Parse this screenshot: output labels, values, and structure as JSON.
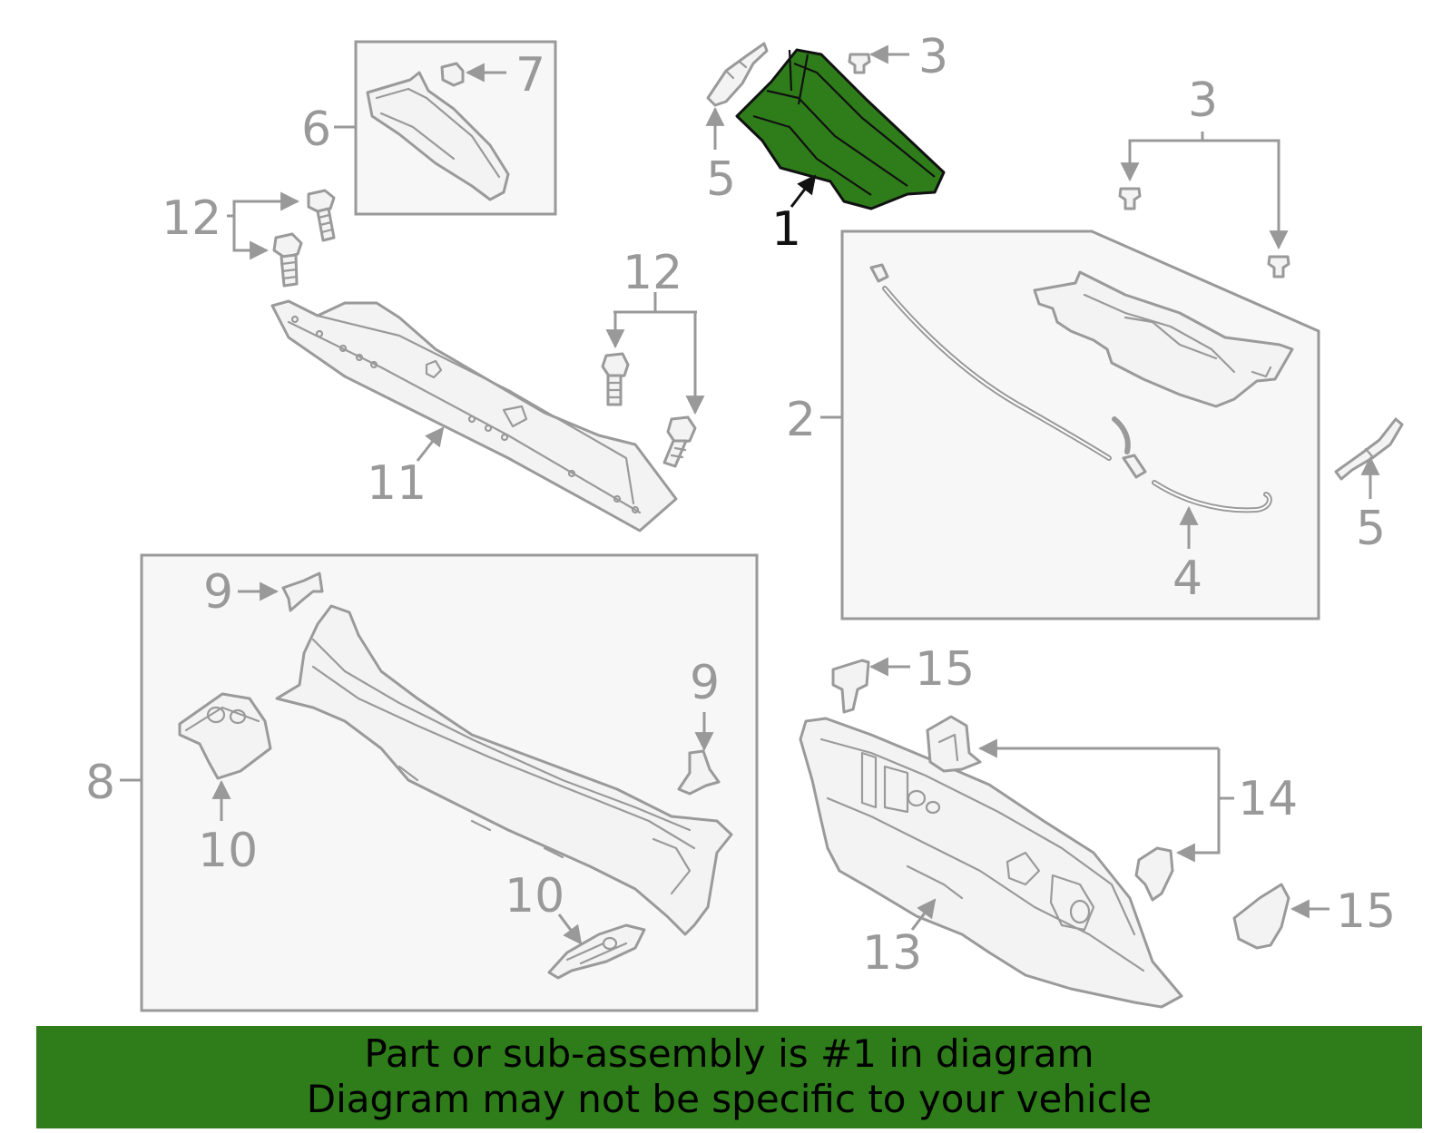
{
  "callouts": {
    "c1": "1",
    "c2": "2",
    "c3a": "3",
    "c3b": "3",
    "c4": "4",
    "c5a": "5",
    "c5b": "5",
    "c6": "6",
    "c7": "7",
    "c8": "8",
    "c9a": "9",
    "c9b": "9",
    "c10a": "10",
    "c10b": "10",
    "c11": "11",
    "c12a": "12",
    "c12b": "12",
    "c13": "13",
    "c14": "14",
    "c15a": "15",
    "c15b": "15"
  },
  "banner": {
    "line1": "Part or sub-assembly is #1 in diagram",
    "line2": "Diagram may not be specific to your vehicle"
  },
  "colors": {
    "highlight": "#2e7d1a",
    "line": "#999999",
    "panel": "#f7f7f7"
  }
}
